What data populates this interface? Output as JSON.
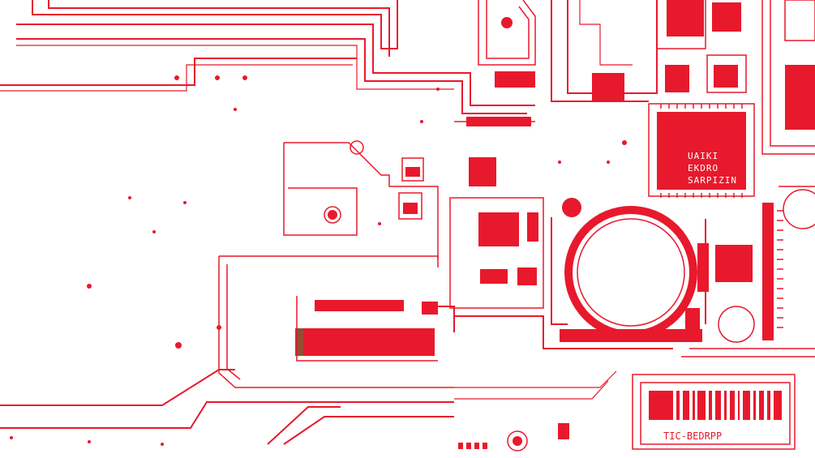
{
  "colors": {
    "trace": "#e8192c",
    "board": "#ffffff",
    "shadow": "#4c7a3a"
  },
  "main_chip": {
    "line1": "UAIKI",
    "line2": "EKDRO",
    "line3": "SARPIZIN"
  },
  "barcode_label": "TIC-BEDRPP",
  "icons": {
    "battery": "coin-cell-battery-icon",
    "via": "mounting-hole-icon"
  }
}
